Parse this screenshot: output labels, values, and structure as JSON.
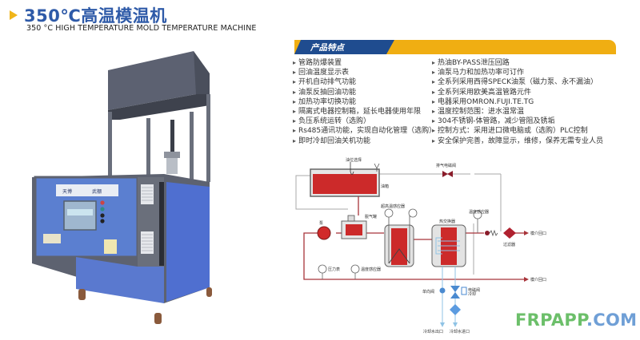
{
  "header": {
    "title_cn": "350℃高温模温机",
    "title_en": "350 °C HIGH TEMPERATURE MOLD TEMPERATURE MACHINE",
    "accent_color": "#2e5aa8",
    "arrow_color": "#f0b51a"
  },
  "machine_panel": {
    "label_left": "天博",
    "label_right": "武棚"
  },
  "features": {
    "title": "产品特点",
    "bar_colors": {
      "blue": "#1f4c8f",
      "yellow": "#f0ae12"
    },
    "left": [
      "管路防爆装置",
      "回油温度显示表",
      "开机自动排气功能",
      "油泵反抽回油功能",
      "加热功率切换功能",
      "隔离式电器控制箱，延长电器使用年限",
      "负压系统运转（选购）",
      "Rs485通讯功能，实现自动化管理（选购）",
      "即时冷却回油关机功能"
    ],
    "right": [
      "热油BY-PASS泄压回路",
      "油泵马力和加热功率可订作",
      "全系列采用西得SPECK油泵（磁力泵、永不漏油）",
      "全系列采用欧美高温管路元件",
      "电器采用OMRON.FUJI.TE.TG",
      "温度控制范围：进水温常温",
      "304不锈钢-体管路，减少管阻及锈垢",
      "控制方式：采用进口微电脑或（选购）PLC控制",
      "安全保护完善，故障显示，维修，保养无需专业人员"
    ]
  },
  "diagram": {
    "oil_level_switch": "油位选择",
    "oil_tank": "油箱",
    "exhaust_valve": "排气电磁阀",
    "overheat_sensor": "超高温感应器",
    "degas_tank": "脱气罐",
    "pump": "泵",
    "heat_exchanger": "热交换器",
    "temp_sensor": "温度感应器",
    "filter": "过滤器",
    "mold_inlet": "模介回口",
    "mold_outlet": "模介回口",
    "pressure_gauge": "压力表",
    "temp_sensor_2": "温度感应器",
    "check_valve": "单向阀",
    "solenoid_valve": "电磁阀 冷却",
    "cooling_water_out": "冷却水出口",
    "cooling_water_in": "冷却水进口"
  },
  "watermark": {
    "part1": "FRPAPP",
    "part2": ".COM"
  }
}
